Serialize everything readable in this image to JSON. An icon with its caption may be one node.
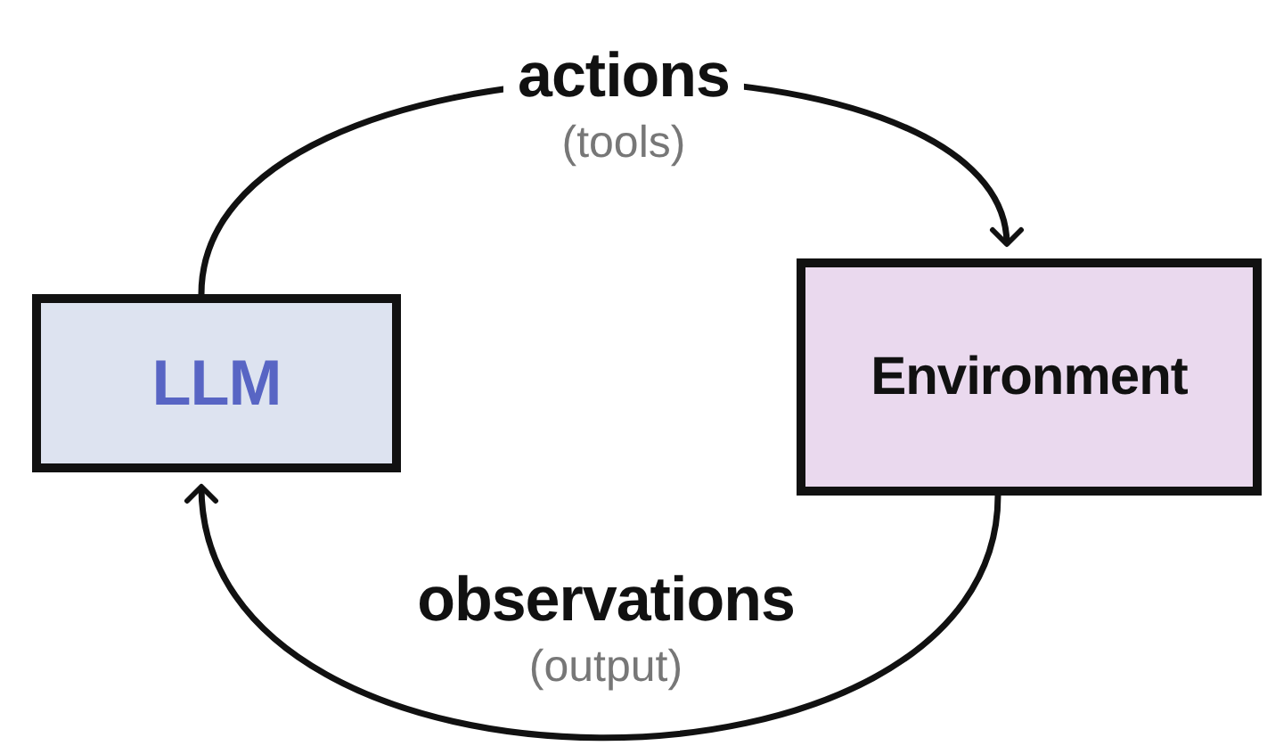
{
  "diagram": {
    "nodes": [
      {
        "text": [
          "LLM"
        ]
      },
      {
        "text": [
          "Environment"
        ]
      }
    ],
    "edges": [
      {
        "from": 0,
        "to": 1,
        "arrow": "to",
        "label": "**actions** (tools)"
      },
      {
        "from": 1,
        "to": 0,
        "arrow": "to",
        "label": "**observations** (output)"
      }
    ]
  }
}
